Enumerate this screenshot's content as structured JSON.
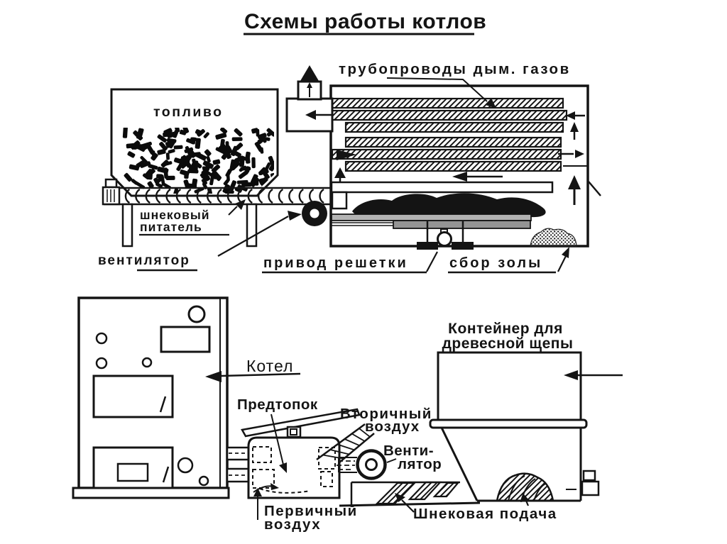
{
  "title": "Схемы работы котлов",
  "top_diagram": {
    "labels": {
      "fuel": "топливо",
      "flue_pipes": "трубопроводы дым. газов",
      "screw_feeder_line1": "шнековый",
      "screw_feeder_line2": "питатель",
      "fan": "вентилятор",
      "grate_drive": "привод решетки",
      "ash_collection": "сбор золы"
    }
  },
  "bottom_diagram": {
    "labels": {
      "boiler": "Котел",
      "prefurnace": "Предтопок",
      "secondary_air_line1": "Вторичный",
      "secondary_air_line2": "воздух",
      "fan_line1": "Венти-",
      "fan_line2": "лятор",
      "container_line1": "Контейнер для",
      "container_line2": "древесной щепы",
      "screw_feed": "Шнековая подача",
      "primary_air_line1": "Первичный",
      "primary_air_line2": "воздух"
    }
  },
  "colors": {
    "ink": "#141414",
    "grate_gray_light": "#b3b3b3",
    "grate_gray_dark": "#949494",
    "background": "#ffffff"
  }
}
